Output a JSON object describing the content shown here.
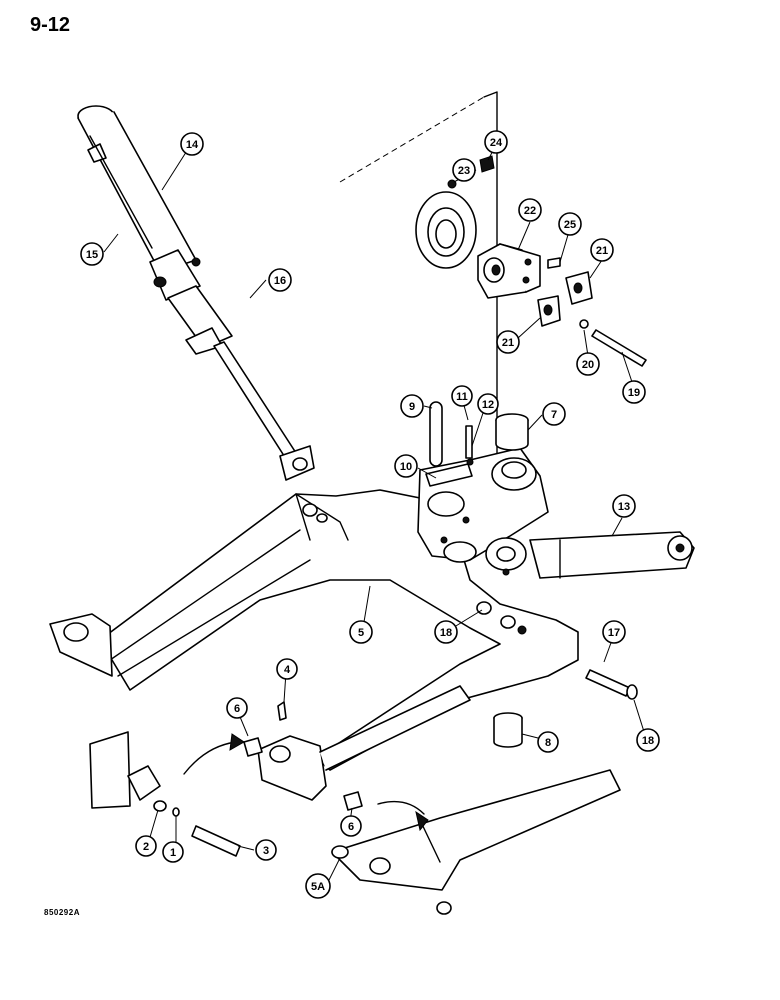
{
  "page_number": "9-12",
  "figure_code": "850292A",
  "callouts": [
    {
      "id": "c1",
      "label": "1"
    },
    {
      "id": "c2",
      "label": "2"
    },
    {
      "id": "c3",
      "label": "3"
    },
    {
      "id": "c4",
      "label": "4"
    },
    {
      "id": "c5",
      "label": "5"
    },
    {
      "id": "c5a",
      "label": "5A"
    },
    {
      "id": "c6a",
      "label": "6"
    },
    {
      "id": "c6b",
      "label": "6"
    },
    {
      "id": "c7",
      "label": "7"
    },
    {
      "id": "c8",
      "label": "8"
    },
    {
      "id": "c9",
      "label": "9"
    },
    {
      "id": "c10",
      "label": "10"
    },
    {
      "id": "c11",
      "label": "11"
    },
    {
      "id": "c12",
      "label": "12"
    },
    {
      "id": "c13",
      "label": "13"
    },
    {
      "id": "c14",
      "label": "14"
    },
    {
      "id": "c15",
      "label": "15"
    },
    {
      "id": "c16",
      "label": "16"
    },
    {
      "id": "c17",
      "label": "17"
    },
    {
      "id": "c18a",
      "label": "18"
    },
    {
      "id": "c18b",
      "label": "18"
    },
    {
      "id": "c19",
      "label": "19"
    },
    {
      "id": "c20",
      "label": "20"
    },
    {
      "id": "c21a",
      "label": "21"
    },
    {
      "id": "c21b",
      "label": "21"
    },
    {
      "id": "c22",
      "label": "22"
    },
    {
      "id": "c23",
      "label": "23"
    },
    {
      "id": "c24",
      "label": "24"
    },
    {
      "id": "c25",
      "label": "25"
    }
  ]
}
